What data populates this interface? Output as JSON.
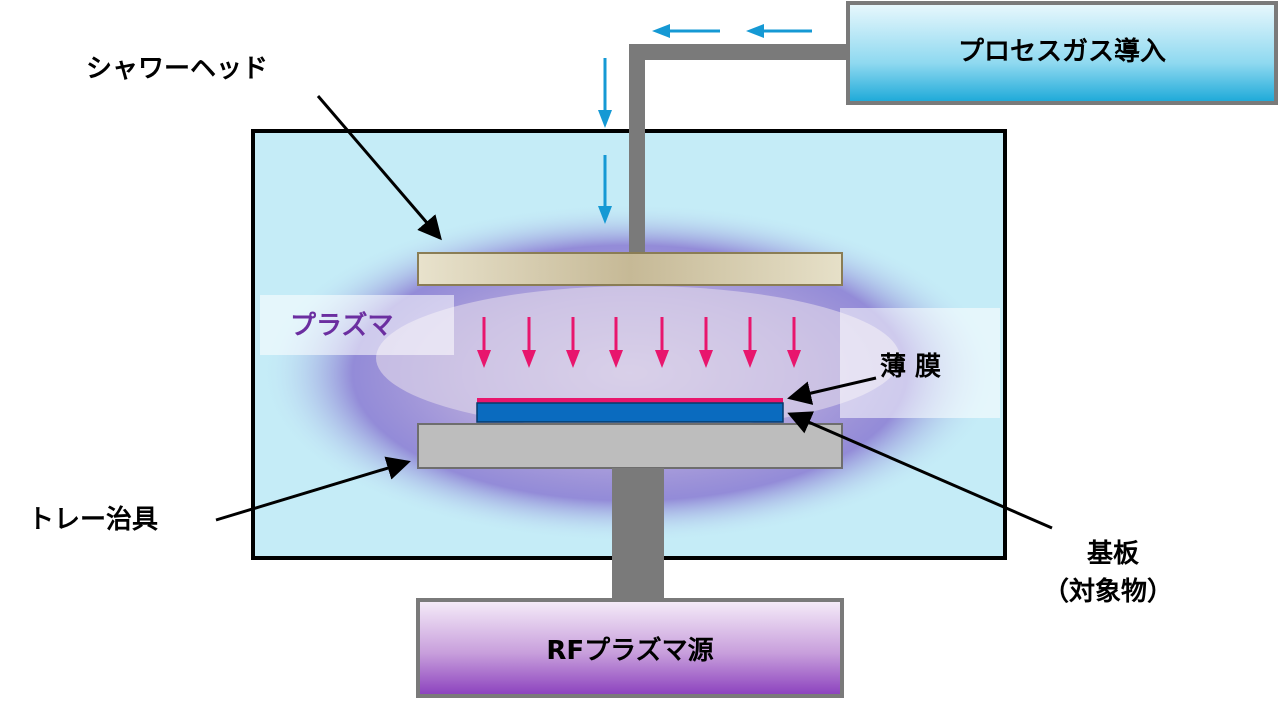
{
  "labels": {
    "showerhead": "シャワーヘッド",
    "gas_inlet": "プロセスガス導入",
    "plasma": "プラズマ",
    "thin_film": "薄 膜",
    "tray_jig": "トレー治具",
    "substrate": "基板",
    "substrate_note": "（対象物）",
    "rf_source": "RFプラズマ源"
  },
  "colors": {
    "chamber_fill": "#c5ecf7",
    "plasma_glow": "#7b6fd0",
    "gas_arrow": "#1599d4",
    "deposition_arrow": "#e8166d",
    "thin_film": "#e8166d",
    "substrate": "#0a6bbf",
    "tray": "#bdbdbd",
    "pipe": "#7a7a7a",
    "plasma_label_text": "#6b2ea0"
  }
}
